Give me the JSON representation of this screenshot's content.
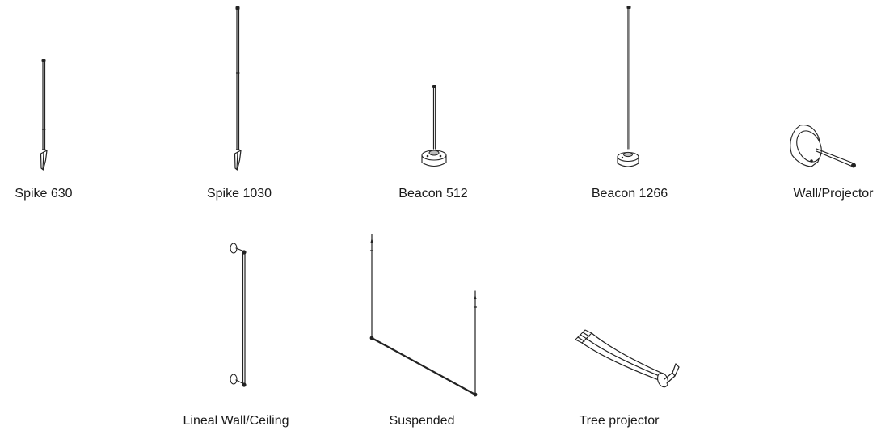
{
  "products": [
    {
      "id": "spike-630",
      "label": "Spike 630"
    },
    {
      "id": "spike-1030",
      "label": "Spike 1030"
    },
    {
      "id": "beacon-512",
      "label": "Beacon 512"
    },
    {
      "id": "beacon-1266",
      "label": "Beacon 1266"
    },
    {
      "id": "wall-projector",
      "label": "Wall/Projector"
    },
    {
      "id": "lineal-wall-ceiling",
      "label": "Lineal Wall/Ceiling"
    },
    {
      "id": "suspended",
      "label": "Suspended"
    },
    {
      "id": "tree-projector",
      "label": "Tree projector"
    }
  ],
  "colors": {
    "line": "#222222",
    "background": "#ffffff",
    "text": "#1a1a1a"
  }
}
